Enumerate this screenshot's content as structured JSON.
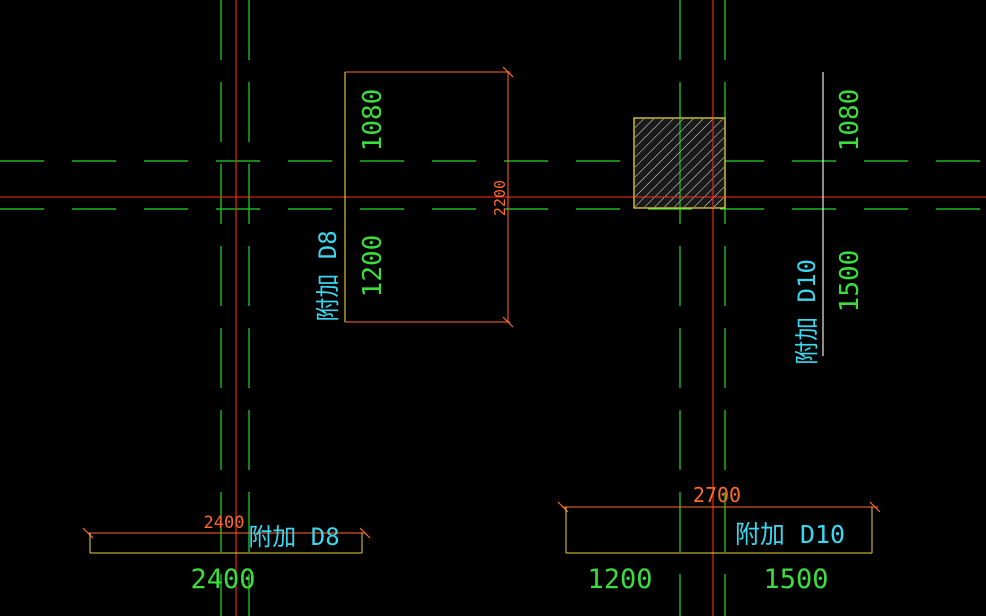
{
  "colors": {
    "background": "#000000",
    "axis_red": "#ff2a1a",
    "grid_green": "#1fd82a",
    "dim_orange": "#ff6a2a",
    "frame_yellow": "#e8d23a",
    "label_cyan": "#3ad7f0",
    "text_green": "#3bde3b",
    "white": "#ffffff"
  },
  "icons": {
    "hatch": "diagonal-hatch-column"
  },
  "labels": {
    "left_col_top": "1080",
    "left_col_bottom": "1200",
    "left_col_total": "2200",
    "left_col_tag": "附加 D8",
    "right_col_top": "1080",
    "right_col_bottom": "1500",
    "right_col_tag": "附加 D10",
    "bottom_left_total": "2400",
    "bottom_left_tag": "附加 D8",
    "bottom_left_span": "2400",
    "bottom_right_total": "2700",
    "bottom_right_tag": "附加 D10",
    "bottom_right_span_a": "1200",
    "bottom_right_span_b": "1500"
  }
}
